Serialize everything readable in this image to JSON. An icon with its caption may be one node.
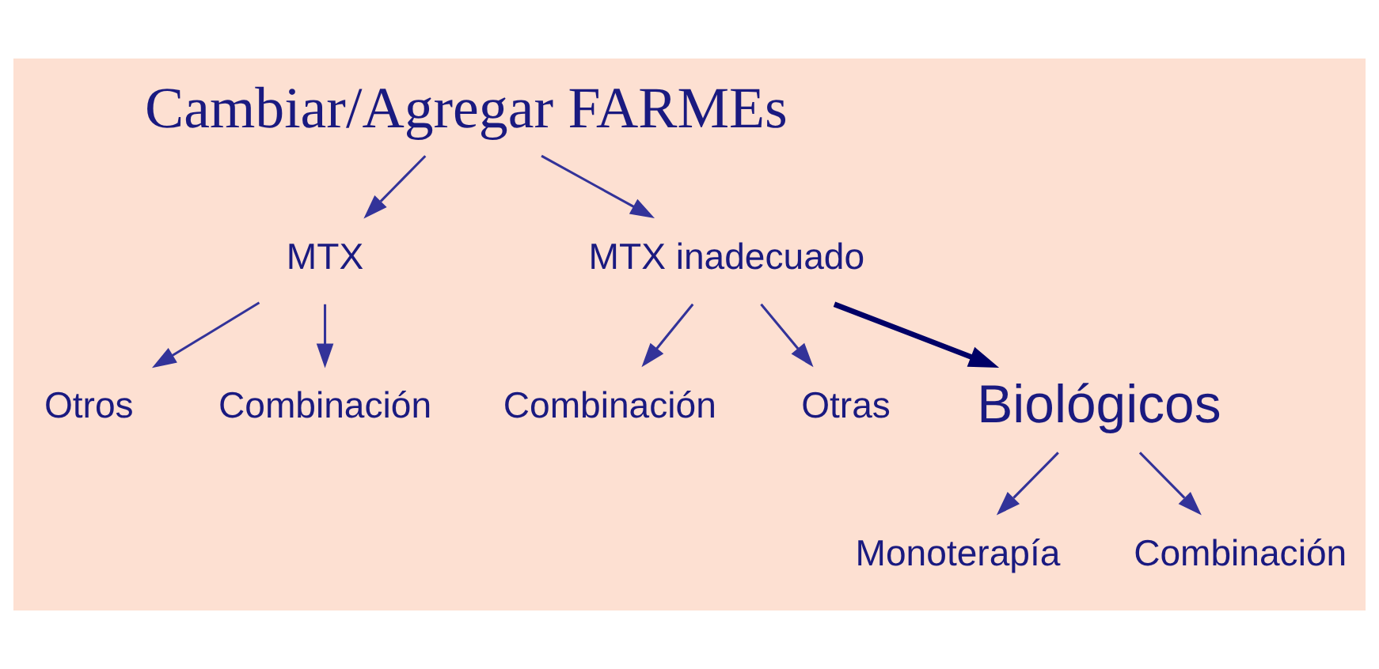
{
  "diagram": {
    "nodes": [
      {
        "text": [
          "Cambiar/Agregar FARMEs"
        ]
      },
      {
        "text": [
          "MTX"
        ]
      },
      {
        "text": [
          "MTX inadecuado"
        ]
      },
      {
        "text": [
          "Otros"
        ]
      },
      {
        "text": [
          "Combinación"
        ]
      },
      {
        "text": [
          "Combinación"
        ]
      },
      {
        "text": [
          "Otras"
        ]
      },
      {
        "text": [
          "Biológicos"
        ]
      },
      {
        "text": [
          "Monoterapía"
        ]
      },
      {
        "text": [
          "Combinación"
        ]
      }
    ],
    "edges": [
      {
        "from": 0,
        "to": 1,
        "arrow": "to"
      },
      {
        "from": 0,
        "to": 2,
        "arrow": "to"
      },
      {
        "from": 1,
        "to": 3,
        "arrow": "to"
      },
      {
        "from": 1,
        "to": 4,
        "arrow": "to"
      },
      {
        "from": 2,
        "to": 5,
        "arrow": "to"
      },
      {
        "from": 2,
        "to": 6,
        "arrow": "to"
      },
      {
        "from": 2,
        "to": 7,
        "arrow": "to",
        "style": "thick",
        "color": "#000066"
      },
      {
        "from": 7,
        "to": 8,
        "arrow": "to"
      },
      {
        "from": 7,
        "to": 9,
        "arrow": "to"
      }
    ]
  }
}
